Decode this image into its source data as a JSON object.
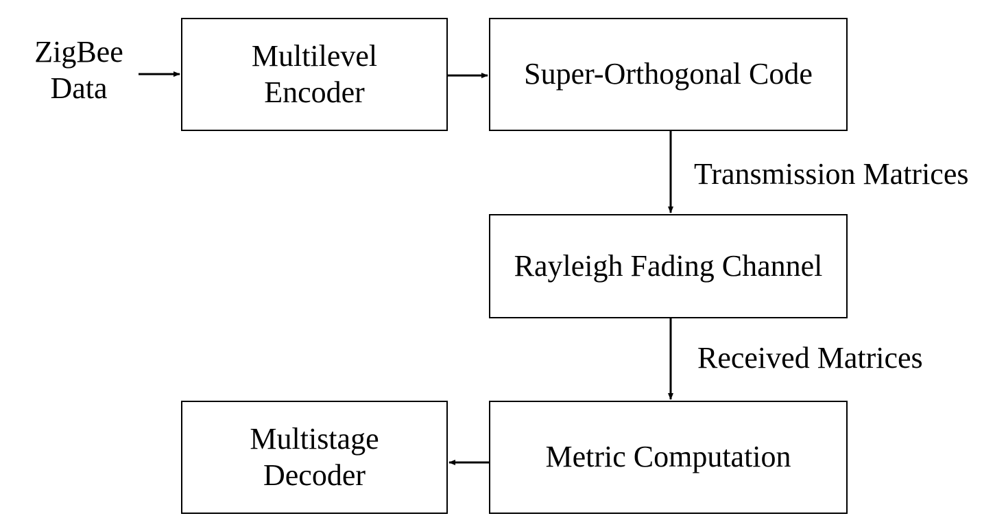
{
  "input": {
    "line1": "ZigBee",
    "line2": "Data"
  },
  "blocks": {
    "encoder": {
      "line1": "Multilevel",
      "line2": "Encoder"
    },
    "super_orthogonal": {
      "label": "Super-Orthogonal Code"
    },
    "rayleigh": {
      "label": "Rayleigh Fading Channel"
    },
    "metric": {
      "label": "Metric Computation"
    },
    "decoder": {
      "line1": "Multistage",
      "line2": "Decoder"
    }
  },
  "edges": {
    "transmission": "Transmission Matrices",
    "received": "Received Matrices"
  },
  "colors": {
    "stroke": "#000000",
    "background": "#ffffff"
  }
}
